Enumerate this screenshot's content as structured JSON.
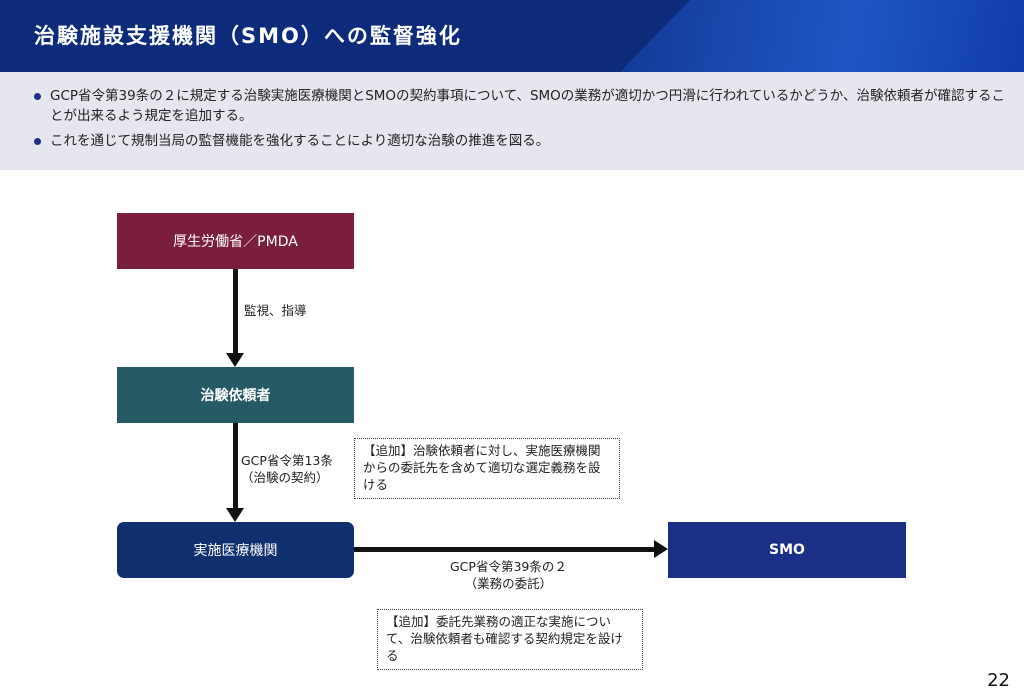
{
  "header": {
    "title": "治験施設支援機関（SMO）への監督強化",
    "background": "#0d2b7a"
  },
  "intro": {
    "bullets": [
      "GCP省令第39条の２に規定する治験実施医療機関とSMOの契約事項について、SMOの業務が適切かつ円滑に行われているかどうか、治験依頼者が確認することが出来るよう規定を追加する。",
      "これを通じて規制当局の監督機能を強化することにより適切な治験の推進を図る。"
    ]
  },
  "diagram": {
    "nodes": {
      "mhlw": "厚生労働省／PMDA",
      "sponsor": "治験依頼者",
      "site": "実施医療機関",
      "smo": "SMO"
    },
    "edges": {
      "monitor": "監視、指導",
      "gcp13_line1": "GCP省令第13条",
      "gcp13_line2": "（治験の契約）",
      "gcp39_line1": "GCP省令第39条の２",
      "gcp39_line2": "（業務の委託）"
    },
    "notes": {
      "note1": "【追加】治験依頼者に対し、実施医療機関からの委託先を含めて適切な選定義務を設ける",
      "note2": "【追加】委託先業務の適正な実施について、治験依頼者も確認する契約規定を設ける"
    },
    "colors": {
      "mhlw": "#7b1d3c",
      "sponsor": "#255a64",
      "site": "#0f2f6e",
      "smo": "#1a2f85"
    }
  },
  "page_number": "22"
}
